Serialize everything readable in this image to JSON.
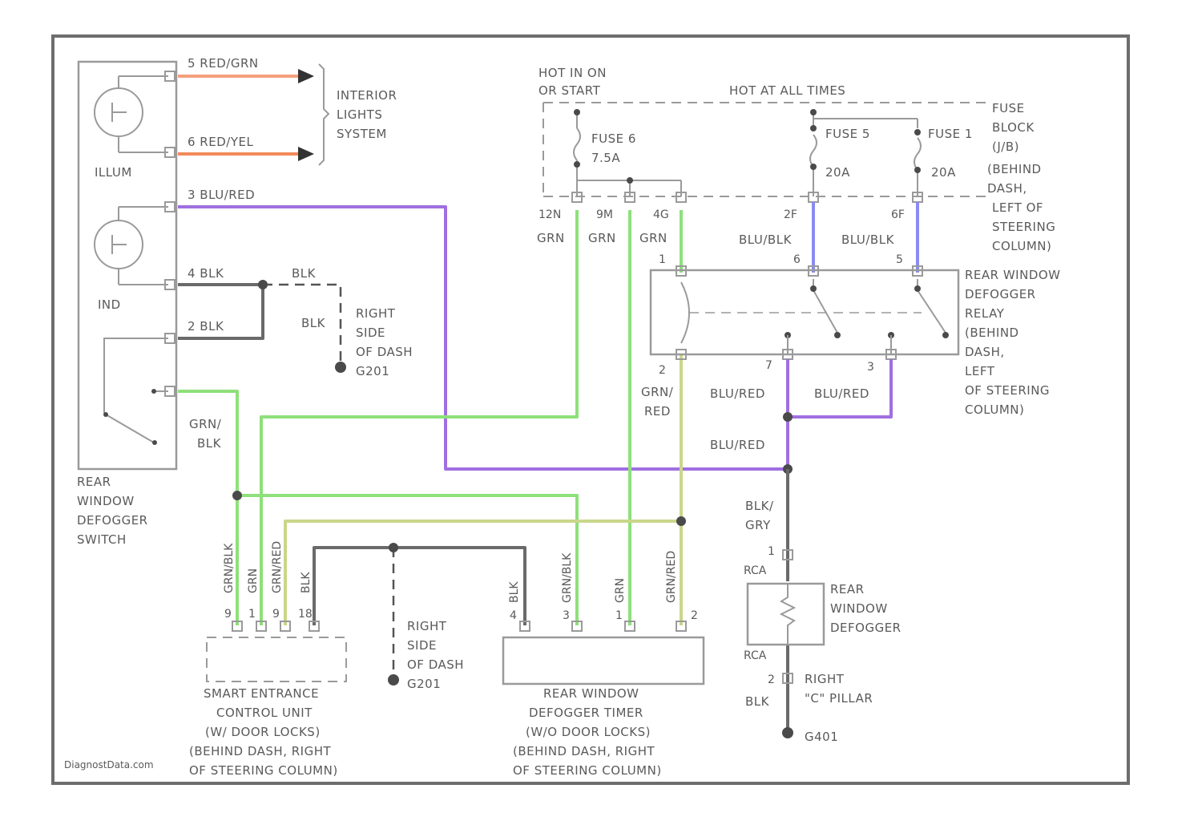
{
  "colors": {
    "red_grn": "#f4a07c",
    "red_yel": "#f28a5a",
    "blu_red": "#a06fe0",
    "blk": "#6a6a6a",
    "grn": "#8ee07a",
    "grn_red": "#c9d68a",
    "blu_blk": "#8a8af0"
  },
  "switch": {
    "label_lines": [
      "REAR",
      "WINDOW",
      "DEFOGGER",
      "SWITCH"
    ],
    "illum": "ILLUM",
    "ind": "IND"
  },
  "wires": {
    "w5": "5  RED/GRN",
    "w6": "6  RED/YEL",
    "w3": "3  BLU/RED",
    "w4": "4  BLK",
    "w2": "2  BLK",
    "w1": "1",
    "blk_top": "BLK",
    "blk_side": "BLK",
    "grn_blk_1": "GRN/",
    "grn_blk_2": "BLK",
    "grn_red_1": "GRN/",
    "grn_red_2": "RED",
    "blu_red_a": "BLU/RED",
    "blu_red_b": "BLU/RED",
    "blu_red_c": "BLU/RED",
    "blk_gry_1": "BLK/",
    "blk_gry_2": "GRY",
    "blk_bottom": "BLK",
    "blu_blk_a": "BLU/BLK",
    "blu_blk_b": "BLU/BLK"
  },
  "interior_lights": [
    "INTERIOR",
    "LIGHTS",
    "SYSTEM"
  ],
  "ground_g201a": [
    "RIGHT",
    "SIDE",
    "OF DASH",
    "G201"
  ],
  "ground_g201b": [
    "RIGHT",
    "SIDE",
    "OF DASH",
    "G201"
  ],
  "ground_g401": [
    "RIGHT",
    "\"C\" PILLAR",
    "G401"
  ],
  "fuse_block": {
    "hot_run": [
      "HOT IN ON",
      "OR START"
    ],
    "hot_all": "HOT AT ALL TIMES",
    "fuse6": [
      "FUSE 6",
      "7.5A"
    ],
    "fuse5": [
      "FUSE 5",
      "20A"
    ],
    "fuse1": [
      "FUSE 1",
      "20A"
    ],
    "side_lines": [
      "FUSE",
      "BLOCK",
      "(J/B)",
      "(BEHIND",
      "DASH,",
      "LEFT OF",
      "STEERING",
      "COLUMN)"
    ],
    "pins": [
      "12N",
      "9M",
      "4G",
      "2F",
      "6F"
    ],
    "grn_labels": [
      "GRN",
      "GRN",
      "GRN"
    ]
  },
  "relay": {
    "label_lines": [
      "REAR WINDOW",
      "DEFOGGER",
      "RELAY",
      "(BEHIND",
      "DASH,",
      "LEFT",
      "OF STEERING",
      "COLUMN)"
    ],
    "pins": [
      "1",
      "6",
      "5",
      "2",
      "7",
      "3"
    ]
  },
  "defogger": {
    "label_lines": [
      "REAR",
      "WINDOW",
      "DEFOGGER"
    ],
    "pins": [
      "1",
      "2"
    ],
    "rca": "RCA"
  },
  "smart_unit": {
    "label_lines": [
      "SMART ENTRANCE",
      "CONTROL UNIT",
      "(W/ DOOR LOCKS)",
      "(BEHIND DASH, RIGHT",
      "OF STEERING COLUMN)"
    ],
    "pin_labels": [
      "GRN/BLK",
      "GRN",
      "GRN/RED",
      "BLK"
    ],
    "pins": [
      "9",
      "1",
      "9",
      "18"
    ]
  },
  "timer_unit": {
    "label_lines": [
      "REAR WINDOW",
      "DEFOGGER TIMER",
      "(W/O DOOR LOCKS)",
      "(BEHIND DASH, RIGHT",
      "OF STEERING COLUMN)"
    ],
    "pin_labels": [
      "BLK",
      "GRN/BLK",
      "GRN",
      "GRN/RED"
    ],
    "pins": [
      "4",
      "3",
      "1",
      "2"
    ]
  },
  "watermark": "DiagnostData.com"
}
